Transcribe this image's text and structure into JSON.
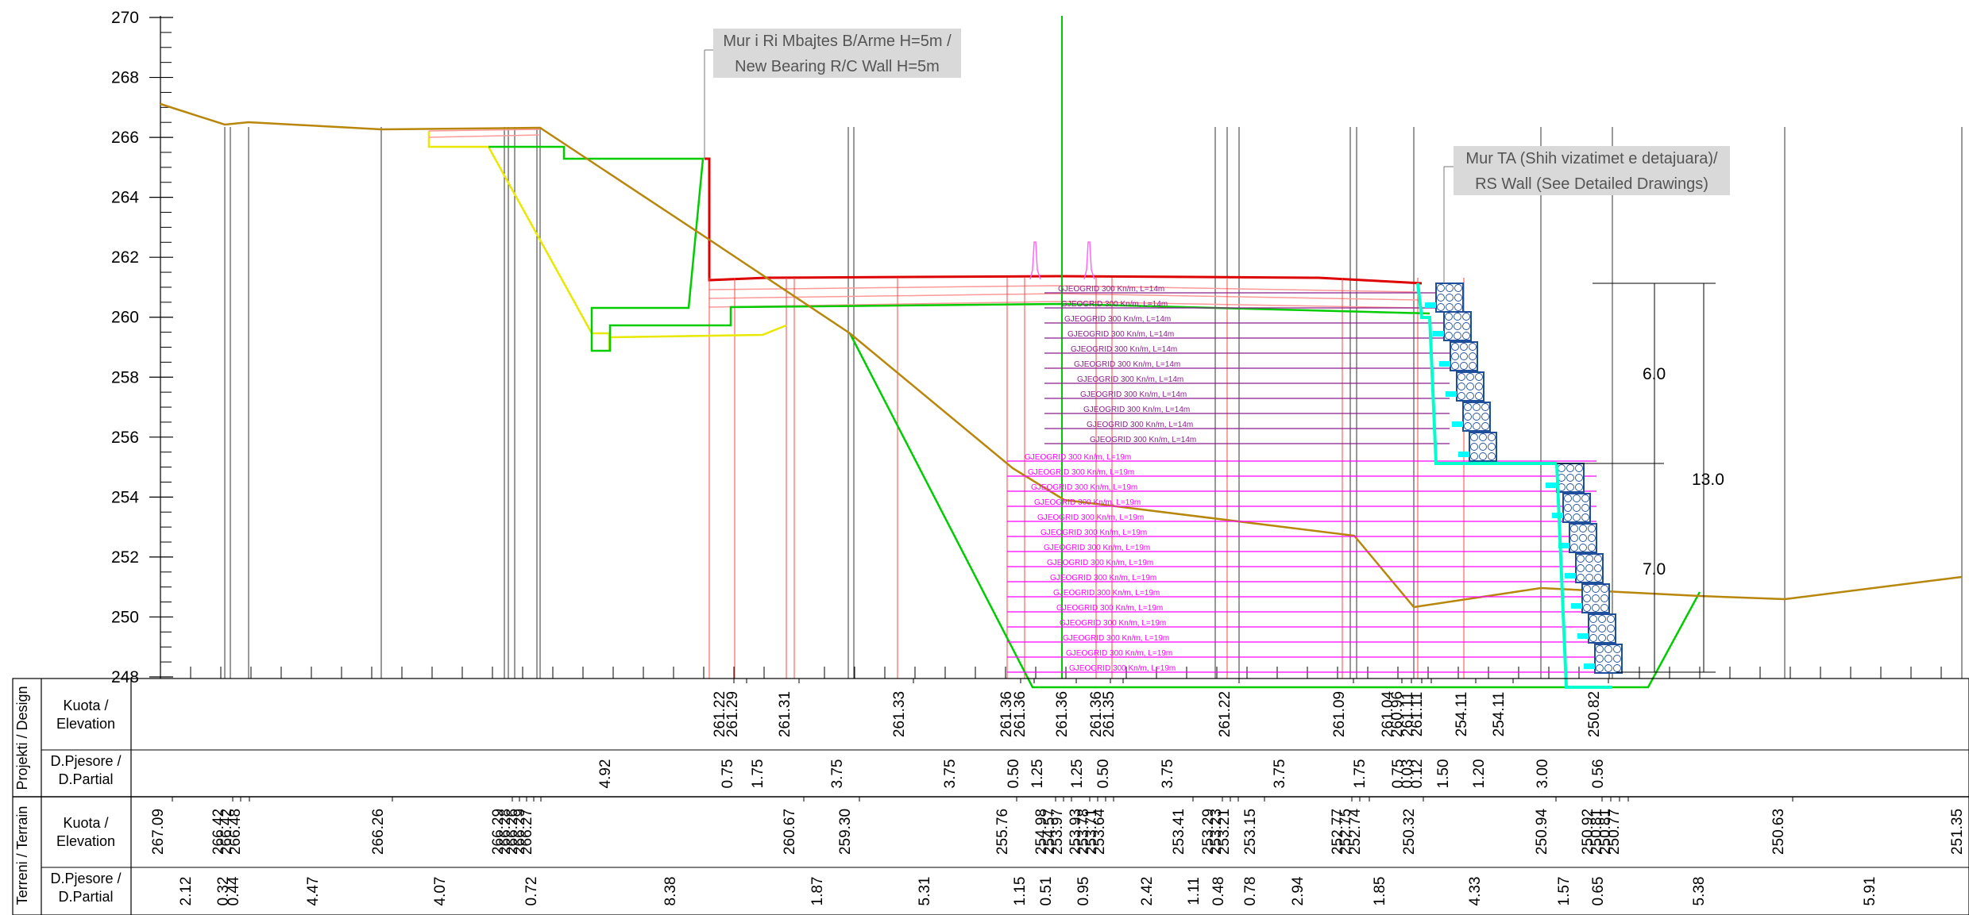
{
  "y_axis": {
    "ticks": [
      "270",
      "268",
      "266",
      "264",
      "262",
      "260",
      "258",
      "256",
      "254",
      "252",
      "250",
      "248"
    ]
  },
  "annotations": {
    "wall_note_1": "Mur i Ri Mbajtes B/Arme H=5m /",
    "wall_note_2": "New Bearing R/C Wall H=5m",
    "rs_note_1": "Mur TA (Shih vizatimet e detajuara)/",
    "rs_note_2": "RS Wall (See Detailed Drawings)",
    "dim_upper": "6.0",
    "dim_lower": "7.0",
    "dim_total": "13.0"
  },
  "geogrid": {
    "upper_label": "GJEOGRID 300 Kn/m, L=14m",
    "lower_label": "GJEOGRID 300 Kn/m, L=19m",
    "upper_count": 11,
    "lower_count": 15
  },
  "table": {
    "group_design": "Projekti / Design",
    "group_terrain": "Terreni / Terrain",
    "row_elev_1": "Kuota /",
    "row_elev_2": "Elevation",
    "row_partial_1": "D.Pjesore /",
    "row_partial_2": "D.Partial",
    "design_elevations": [
      "261.22",
      "261.29",
      "261.31",
      "261.33",
      "261.36",
      "261.36",
      "261.36",
      "261.36",
      "261.35",
      "261.22",
      "261.09",
      "261.04",
      "260.96",
      "261.11",
      "261.11",
      "254.11",
      "254.11",
      "250.82"
    ],
    "design_partials": [
      "4.92",
      "0.75",
      "1.75",
      "3.75",
      "3.75",
      "0.50",
      "1.25",
      "1.25",
      "0.50",
      "3.75",
      "3.75",
      "1.75",
      "0.75",
      "0.03",
      "0.12",
      "1.50",
      "1.20",
      "3.00",
      "0.56"
    ],
    "terrain_elevations": [
      "267.09",
      "266.42",
      "266.42",
      "266.48",
      "266.26",
      "266.29",
      "266.28",
      "266.26",
      "266.29",
      "266.27",
      "260.67",
      "259.30",
      "255.76",
      "254.98",
      "254.57",
      "253.97",
      "253.93",
      "253.78",
      "253.71",
      "253.64",
      "253.41",
      "253.29",
      "253.23",
      "253.21",
      "253.15",
      "252.77",
      "252.75",
      "252.74",
      "250.32",
      "250.94",
      "250.92",
      "250.81",
      "250.81",
      "250.77",
      "250.63",
      "251.35"
    ],
    "terrain_partials": [
      "2.12",
      "0.32",
      "0.44",
      "4.47",
      "4.07",
      "0.72",
      "8.38",
      "1.87",
      "5.31",
      "1.15",
      "0.51",
      "0.95",
      "2.42",
      "1.11",
      "0.48",
      "0.78",
      "2.94",
      "1.85",
      "4.33",
      "1.57",
      "0.65",
      "5.38",
      "5.91"
    ]
  }
}
